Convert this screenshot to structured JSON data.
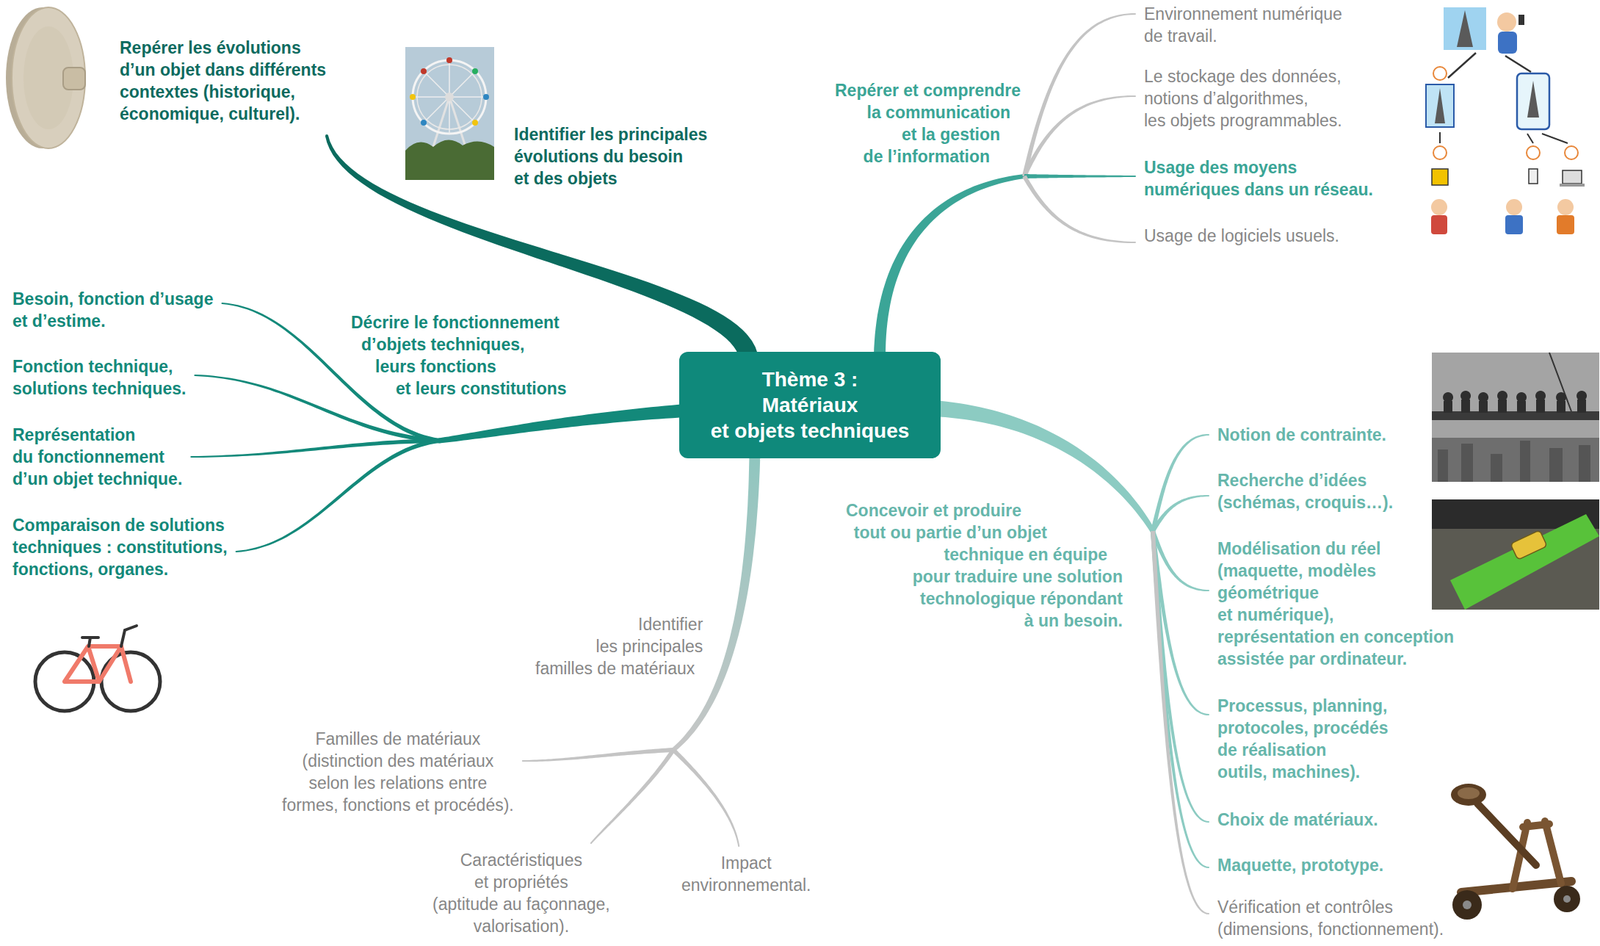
{
  "diagram": {
    "nodes": [
      {
        "text": [
          "Thème 3 : Matériaux et objets techniques"
        ]
      }
    ],
    "labels": [
      "Repérer les évolutions d’un objet dans différents contextes (historique, économique, culturel).",
      "Identifier les principales évolutions du besoin et des objets",
      "Décrire le fonctionnement d’objets techniques, leurs fonctions et leurs constitutions",
      "Besoin, fonction d’usage et d’estime.",
      "Fonction technique, solutions techniques.",
      "Représentation du fonctionnement d’un objet technique.",
      "Comparaison de solutions techniques : constitutions, fonctions, organes.",
      "Identifier les principales familles de matériaux",
      "Familles de matériaux (distinction des matériaux selon les relations entre formes, fonctions et procédés).",
      "Caractéristiques et propriétés (aptitude au façonnage, valorisation).",
      "Impact environnemental.",
      "Repérer et comprendre la communication et la gestion de l’information",
      "Environnement numérique de travail.",
      "Le stockage des données, notions d’algorithmes, les objets programmables.",
      "Usage des moyens numériques dans un réseau.",
      "Usage de logiciels usuels.",
      "Concevoir et produire tout ou partie d’un objet technique en équipe pour traduire une solution technologique répondant à un besoin.",
      "Notion de contrainte.",
      "Recherche d’idées (schémas, croquis…).",
      "Modélisation du réel (maquette, modèles géométrique et numérique), représentation en conception assistée par ordinateur.",
      "Processus, planning, protocoles, procédés de réalisation outils, machines).",
      "Choix de matériaux.",
      "Maquette, prototype.",
      "Vérification et contrôles (dimensions, fonctionnement)."
    ]
  }
}
